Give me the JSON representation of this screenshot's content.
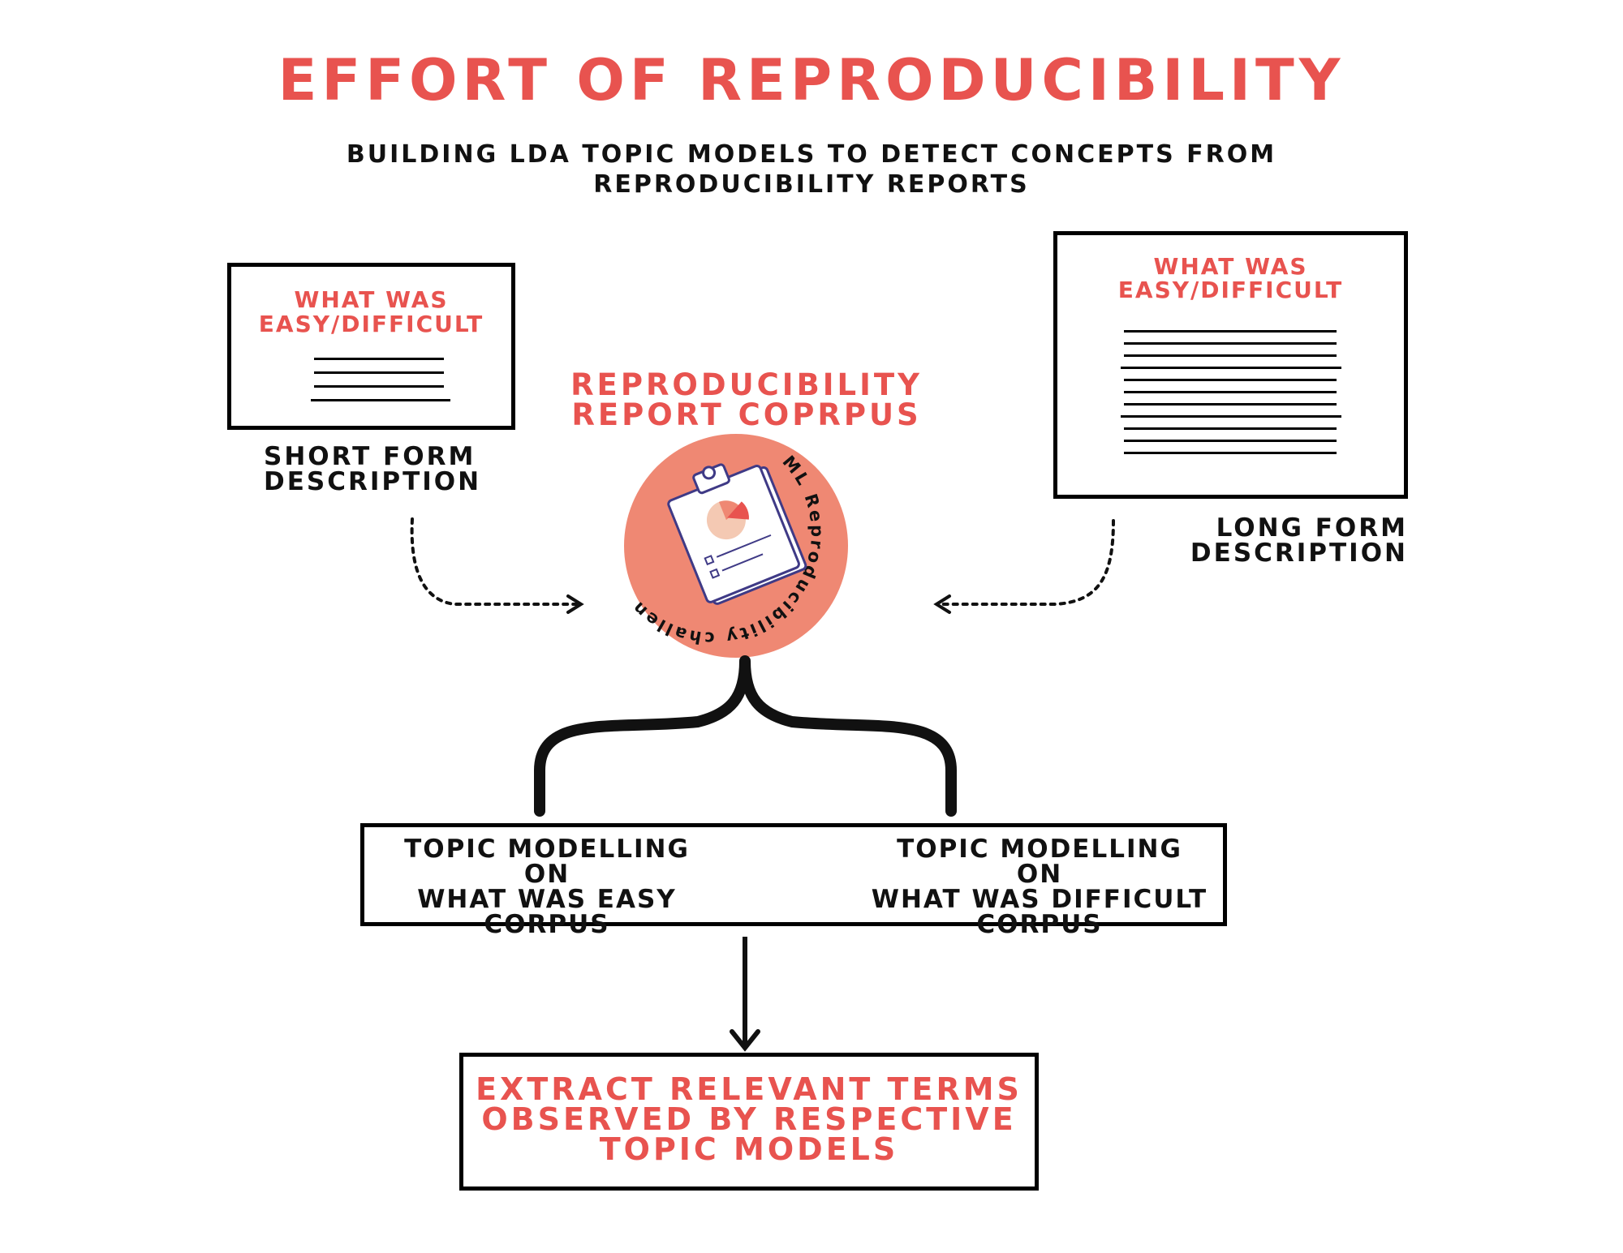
{
  "title": "EFFORT OF REPRODUCIBILITY",
  "subtitle_lines": [
    "BUILDING LDA TOPIC MODELS TO DETECT CONCEPTS FROM",
    "REPRODUCIBILITY REPORTS"
  ],
  "short_doc": {
    "heading_lines": [
      "WHAT WAS",
      "EASY/DIFFICULT"
    ],
    "caption_lines": [
      "SHORT FORM",
      "DESCRIPTION"
    ]
  },
  "long_doc": {
    "heading_lines": [
      "WHAT WAS",
      "EASY/DIFFICULT"
    ],
    "caption_lines": [
      "LONG FORM",
      "DESCRIPTION"
    ]
  },
  "corpus": {
    "title_lines": [
      "REPRODUCIBILITY",
      "REPORT COPRPUS"
    ],
    "badge_text": "ML Reproducibility challenge",
    "badge_color": "#ef8873"
  },
  "topic_box": {
    "left_lines": [
      "TOPIC MODELLING ON",
      "WHAT WAS EASY",
      "CORPUS"
    ],
    "right_lines": [
      "TOPIC MODELLING ON",
      "WHAT WAS DIFFICULT",
      "CORPUS"
    ]
  },
  "extract_box": {
    "lines": [
      "EXTRACT RELEVANT TERMS",
      "OBSERVED BY RESPECTIVE",
      "TOPIC MODELS"
    ]
  },
  "colors": {
    "accent": "#e8534f",
    "ink": "#111111",
    "badge": "#ef8873"
  }
}
